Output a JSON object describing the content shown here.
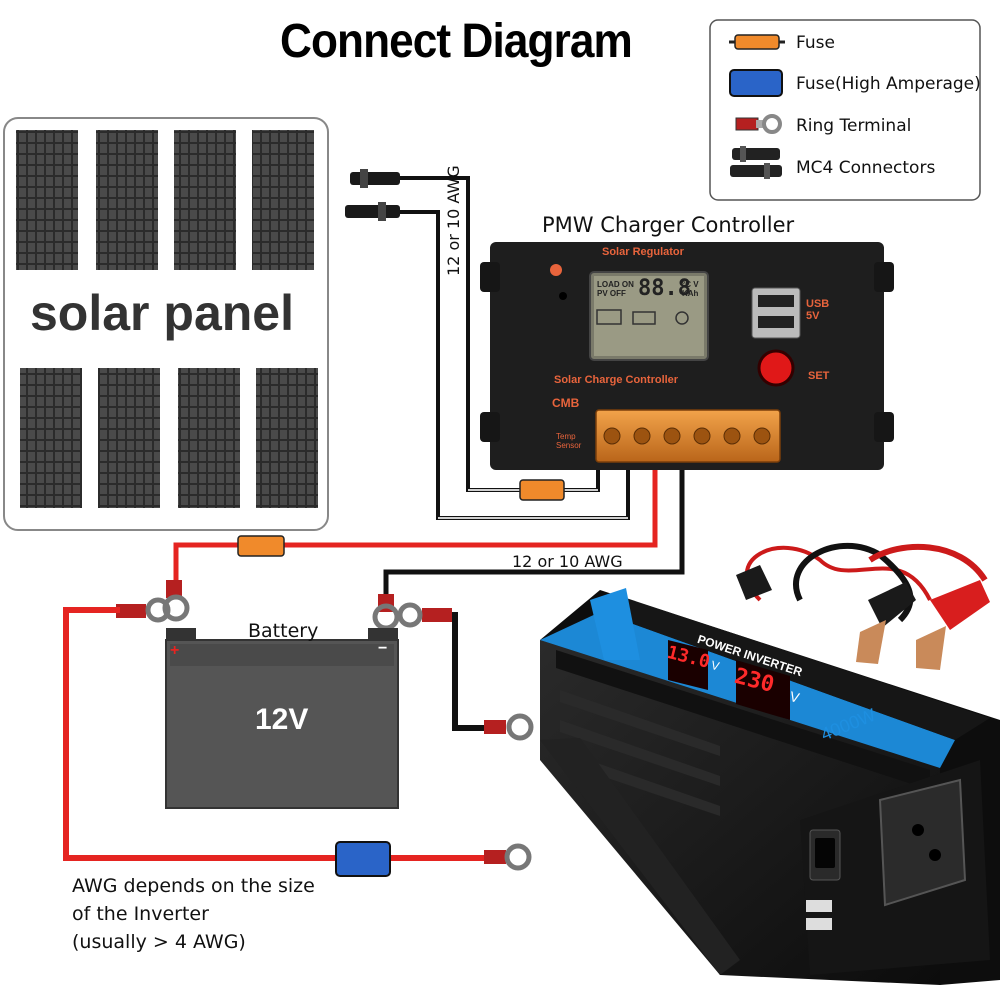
{
  "title": "Connect Diagram",
  "legend": {
    "items": [
      {
        "icon": "orange-fuse-icon",
        "label": "Fuse"
      },
      {
        "icon": "blue-fuse-icon",
        "label": "Fuse(High Amperage)"
      },
      {
        "icon": "ring-terminal-icon",
        "label": "Ring Terminal"
      },
      {
        "icon": "mc4-connector-icon",
        "label": "MC4 Connectors"
      }
    ]
  },
  "solar_panel": {
    "label": "solar panel"
  },
  "controller": {
    "heading": "PMW Charger Controller",
    "brand": "Solar Regulator",
    "name": "Solar Charge Controller",
    "model": "CMB",
    "usb": "USB\n5V",
    "set": "SET",
    "lcd_left": "LOAD ON\nPV OFF",
    "lcd_digits": "88.8",
    "lcd_units": "°C V\nKAh",
    "temp_sensor": "Temp\nSensor"
  },
  "wire_labels": {
    "vertical": "12 or 10 AWG",
    "horizontal": "12 or 10 AWG"
  },
  "battery": {
    "label": "Battery",
    "voltage": "12V",
    "plus": "+",
    "minus": "−"
  },
  "inverter": {
    "title": "POWER INVERTER",
    "watt": "4000W",
    "display_in": "13.0",
    "display_out": "230",
    "unit_v1": "V",
    "unit_v2": "V"
  },
  "note": {
    "lines": [
      "AWG depends on the size",
      "of the Inverter",
      "(usually  > 4 AWG)"
    ]
  },
  "colors": {
    "wire_red": "#e52421",
    "wire_black": "#111111",
    "fuse_orange": "#f08a2b",
    "fuse_blue": "#2a64c8",
    "inverter_blue": "#1e8fe0",
    "terminal_orange": "#d9832a"
  }
}
